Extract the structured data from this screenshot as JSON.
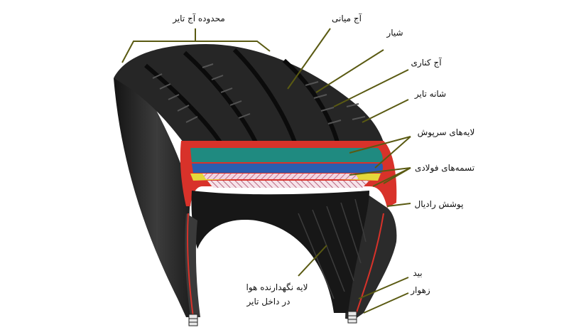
{
  "labels": {
    "tread_width": "محدوده آج تایر",
    "center_tread": "آج میانی",
    "groove": "شیار",
    "side_tread": "آج کناری",
    "shoulder": "شانه تایر",
    "cap_plies": "لایه‌های سرپوش",
    "steel_belts": "تسمه‌های فولادی",
    "radial_ply": "پوشش رادیال",
    "inner_liner_line1": "لایه نگهدارنده هوا",
    "inner_liner_line2": "در داخل تایر",
    "bead": "بید",
    "bead_filler": "زهوار"
  },
  "colors": {
    "rubber_dark": "#1e1e1e",
    "rubber_mid": "#3a3a3a",
    "red_layer": "#d8322a",
    "teal_layer": "#1f8a80",
    "blue_layer": "#2a5db0",
    "yellow_layer": "#e4d83a",
    "pink_layer": "#e8a8c0",
    "leader_line": "#5a5a12"
  }
}
